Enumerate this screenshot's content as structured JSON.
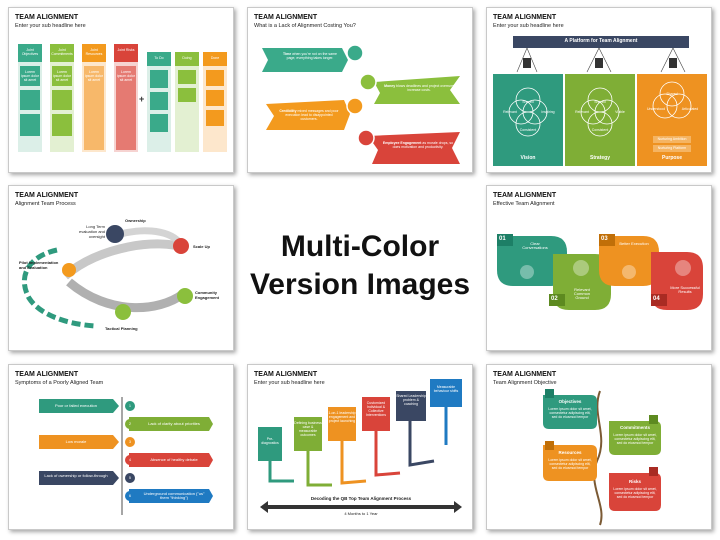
{
  "center": {
    "line1": "Multi-Color",
    "line2": "Version Images"
  },
  "slides": [
    {
      "title": "TEAM ALIGNMENT",
      "subtitle": "Enter your sub headline here",
      "columns": [
        "Joint Objectives",
        "Joint Commitments",
        "Joint Resources",
        "Joint Risks",
        "To Do",
        "Doing",
        "Done"
      ],
      "plus": "+",
      "card_text": "Lorem ipsum dolor sit amet"
    },
    {
      "title": "TEAM ALIGNMENT",
      "subtitle": "What is a Lack of Alignment Costing You?",
      "items": [
        {
          "bold": "Time",
          "text": "when you're not on the same page, everything takes longer."
        },
        {
          "bold": "Money",
          "text": "blows deadlines and project overruns increase costs."
        },
        {
          "bold": "Credibility",
          "text": "mixed messages and poor execution lead to disappointed customers."
        },
        {
          "bold": "Employee Engagement",
          "text": "as morale drops, so does motivation and productivity."
        }
      ]
    },
    {
      "title": "TEAM ALIGNMENT",
      "subtitle": "Enter your sub headline here",
      "banner": "A Platform for Team Alignment",
      "panels": [
        {
          "label": "Vision",
          "words": [
            "Shared",
            "Relevant",
            "Inspiring",
            "Consistent"
          ]
        },
        {
          "label": "Strategy",
          "words": [
            "Shared",
            "Relevant",
            "Viable",
            "Consistent"
          ]
        },
        {
          "label": "Purpose",
          "words": [
            "Shared",
            "Understood",
            "Articulated"
          ],
          "extra": [
            "Nurturing Ambition",
            "Nurturing Platform"
          ]
        }
      ]
    },
    {
      "title": "TEAM ALIGNMENT",
      "subtitle": "Alignment Team Process",
      "labels": [
        "Ownership",
        "Long Term evaluation and oversight",
        "Scale Up",
        "Pilot Implementation and Evaluation",
        "Community Engagement",
        "Tactical Planning"
      ]
    },
    {
      "title": "TEAM ALIGNMENT",
      "subtitle": "Effective Team Alignment",
      "steps": [
        {
          "num": "01",
          "text": "Clear Conversations"
        },
        {
          "num": "02",
          "text": "Relevant Common Ground"
        },
        {
          "num": "03",
          "text": "Better Execution"
        },
        {
          "num": "04",
          "text": "More Successful Results"
        }
      ]
    },
    {
      "title": "TEAM ALIGNMENT",
      "subtitle": "Symptoms of a Poorly Aligned Team",
      "left": [
        "Poor or failed execution",
        "Low morale",
        "Lack of ownership or follow-through"
      ],
      "right": [
        "Lack of clarity about priorities",
        "Absence of healthy debate",
        "Underground communication (\"us\" them \"thinking\")"
      ],
      "numbers": [
        "1",
        "2",
        "3",
        "4",
        "5",
        "6"
      ]
    },
    {
      "title": "TEAM ALIGNMENT",
      "subtitle": "Enter your sub headline here",
      "boxes": [
        "Pre-diagnostics",
        "Defining business case & measurable outcomes",
        "1-on-1 leadership engagement and project launching",
        "Customized Individual & Collective Interventions",
        "Shared Leadership problem & coaching",
        "Measurable behaviour shifts"
      ],
      "footer": "Decoding the QB Top Team Alignment Process",
      "duration": "4 Months to 1 Year"
    },
    {
      "title": "TEAM ALIGNMENT",
      "subtitle": "Team Alignment Objective",
      "items": [
        {
          "label": "Objectives",
          "text": "Lorem ipsum dolor sit amet, consectetur adipiscing elit, sed do eiusmod tempor"
        },
        {
          "label": "Commitments",
          "text": "Lorem ipsum dolor sit amet, consectetur adipiscing elit, sed do eiusmod tempor"
        },
        {
          "label": "Resources",
          "text": "Lorem ipsum dolor sit amet, consectetur adipiscing elit, sed do eiusmod tempor"
        },
        {
          "label": "Risks",
          "text": "Lorem ipsum dolor sit amet, consectetur adipiscing elit, sed do eiusmod tempor"
        }
      ]
    }
  ],
  "colors": {
    "green": "#3aaa8a",
    "lime": "#8bbf3d",
    "orange": "#f39a1e",
    "red": "#d9443a",
    "navy": "#2f3f5c",
    "blue": "#1f7ac2",
    "teal": "#1fa39a"
  }
}
